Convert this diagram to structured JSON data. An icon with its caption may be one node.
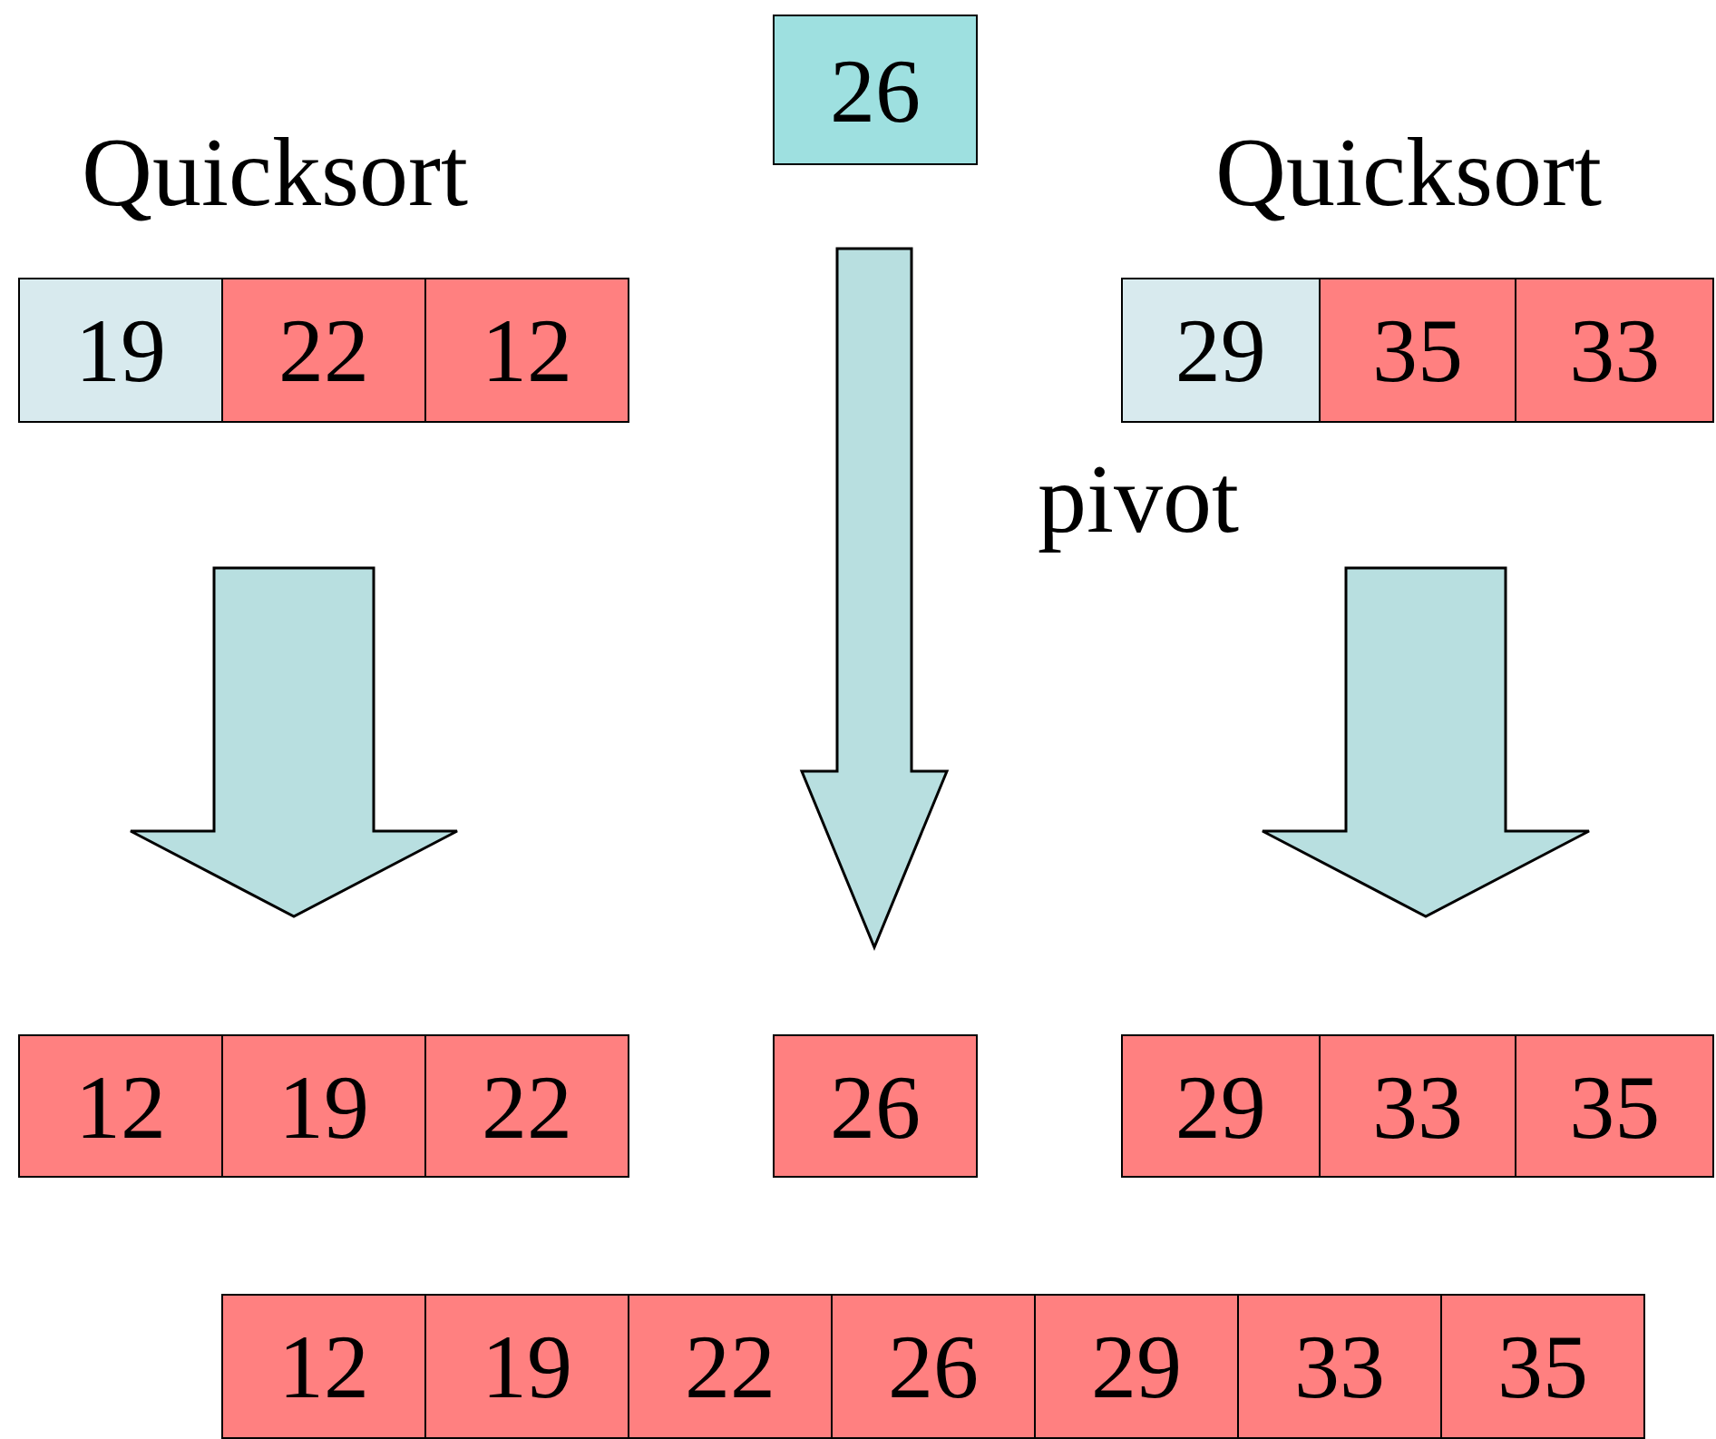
{
  "diagram": {
    "nodes": [
      {
        "text": [
          "26"
        ]
      },
      {
        "text": [],
        "shape": "bar"
      },
      {
        "text": [
          "19"
        ],
        "in": 1
      },
      {
        "text": [
          "22"
        ],
        "in": 1
      },
      {
        "text": [
          "12"
        ],
        "in": 1
      },
      {
        "text": [],
        "shape": "bar"
      },
      {
        "text": [
          "29"
        ],
        "in": 5
      },
      {
        "text": [
          "35"
        ],
        "in": 5
      },
      {
        "text": [
          "33"
        ],
        "in": 5
      },
      {
        "text": [],
        "shape": "bar"
      },
      {
        "text": [
          "12"
        ],
        "in": 9
      },
      {
        "text": [
          "19"
        ],
        "in": 9
      },
      {
        "text": [
          "22"
        ],
        "in": 9
      },
      {
        "text": [
          "26"
        ]
      },
      {
        "text": [],
        "shape": "bar"
      },
      {
        "text": [
          "29"
        ],
        "in": 14
      },
      {
        "text": [
          "33"
        ],
        "in": 14
      },
      {
        "text": [
          "35"
        ],
        "in": 14
      },
      {
        "text": [],
        "shape": "bar"
      },
      {
        "text": [
          "12"
        ],
        "in": 18
      },
      {
        "text": [
          "19"
        ],
        "in": 18
      },
      {
        "text": [
          "22"
        ],
        "in": 18
      },
      {
        "text": [
          "26"
        ],
        "in": 18
      },
      {
        "text": [
          "29"
        ],
        "in": 18
      },
      {
        "text": [
          "33"
        ],
        "in": 18
      },
      {
        "text": [
          "35"
        ],
        "in": 18
      }
    ],
    "edges": [
      {
        "from": 1,
        "to": 9,
        "arrow": "to"
      },
      {
        "from": 0,
        "to": 13,
        "arrow": "to"
      },
      {
        "from": 5,
        "to": 14,
        "arrow": "to"
      }
    ],
    "labels": [
      "Quicksort",
      "Quicksort",
      "pivot"
    ]
  }
}
